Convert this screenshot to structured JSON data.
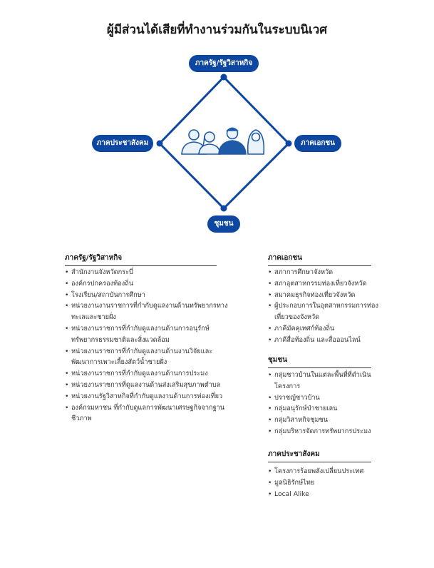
{
  "title": "ผู้มีส่วนได้เสียที่ทำงานร่วมกันในระบบนิเวศ",
  "nodes": {
    "top": "ภาครัฐ/รัฐวิสาหกิจ",
    "left": "ภาคประชาสังคม",
    "right": "ภาคเอกชน",
    "bottom": "ชุมชน"
  },
  "colors": {
    "accent": "#0d47a1",
    "icon_stroke": "#1e5aa8",
    "icon_fill": "#eaf2fb"
  },
  "icons": [
    "people-group-icon"
  ],
  "sections": {
    "government": {
      "heading": "ภาครัฐ/รัฐวิสาหกิจ",
      "items": [
        "สำนักงานจังหวัดกระบี่",
        "องค์กรปกครองท้องถิ่น",
        "โรงเรียน/สถาบันการศึกษา",
        "หน่วยงานงานราชการที่กำกับดูแลงานด้านทรัพยากรทางทะเลและชายฝั่ง",
        "หน่วยงานราชการที่กำกับดูแลงานด้านการอนุรักษ์ทรัพยากรธรรมชาติและสิ่งแวดล้อม",
        "หน่วยงานราชการที่กำกับดูแลงานด้านงานวิจัยและพัฒนาการเพาะเลี้ยงสัตว์น้ำชายฝั่ง",
        "หน่วยงานราชการที่กำกับดูแลงานด้านการประมง",
        "หน่วยงานราชการที่ดูแลงานด้านส่งเสริมสุขภาพตำบล",
        "หน่วยงานรัฐวิสาหกิจที่กำกับดูแลงานด้านการท่องเที่ยว",
        "องค์กรมหาชน ที่กำกับดูแลการพัฒนาเศรษฐกิจจากฐานชีวภาพ"
      ]
    },
    "private": {
      "heading": "ภาคเอกชน",
      "items": [
        "สภาการศึกษาจังหวัด",
        "สภาอุตสาหกรรมท่องเที่ยวจังหวัด",
        "สมาคมธุรกิจท่องเที่ยวจังหวัด",
        "ผู้ประกอบการในอุตสาหกรรมการท่องเที่ยวของจังหวัด",
        "ภาคีมัคคุเทศก์ท้องถิ่น",
        "ภาคีสื่อท้องถิ่น และสื่อออนไลน์"
      ]
    },
    "community": {
      "heading": "ชุมชน",
      "items": [
        "กลุ่มชาวบ้านในแต่ละพื้นที่ที่ดำเนินโครงการ",
        "ปราชญ์ชาวบ้าน",
        "กลุ่มอนุรักษ์ป่าชายเลน",
        "กลุ่มวิสาหกิจชุมชน",
        "กลุ่มบริหารจัดการทรัพยากรประมง"
      ]
    },
    "civil": {
      "heading": "ภาคประชาสังคม",
      "items": [
        "โครงการร้อยพลังเปลี่ยนประเทศ",
        "มูลนิธิรักษ์ไทย",
        "Local Alike"
      ]
    }
  }
}
